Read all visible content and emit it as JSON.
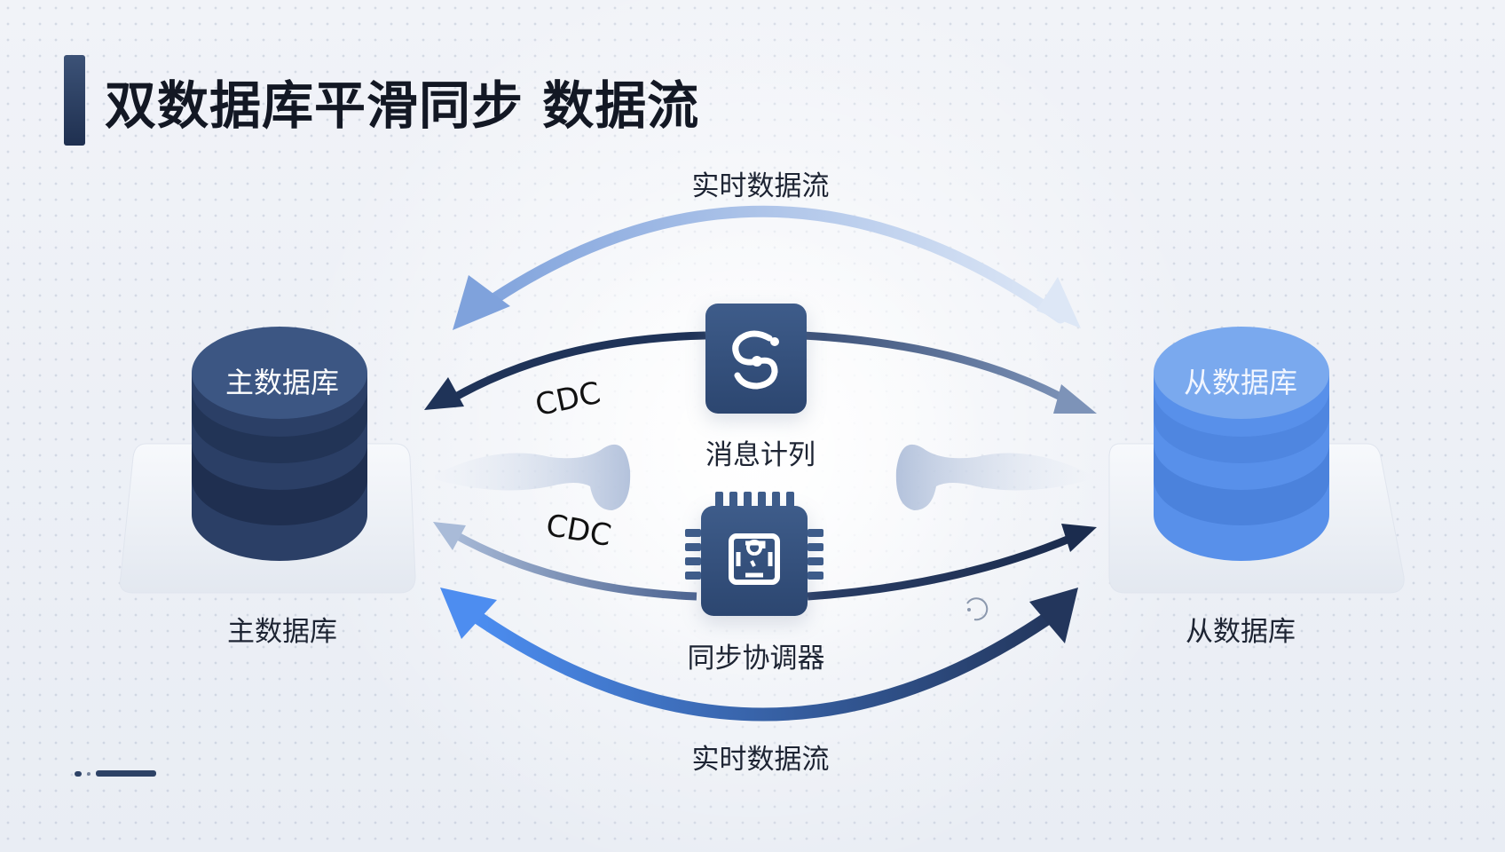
{
  "title": "双数据库平滑同步 数据流",
  "primary_db": {
    "cylinder_label": "主数据库",
    "caption": "主数据库"
  },
  "replica_db": {
    "cylinder_label": "从数据库",
    "caption": "从数据库"
  },
  "message_queue": {
    "label": "消息计列",
    "icon": "sync-swirl-icon"
  },
  "sync_coordinator": {
    "label": "同步协调器",
    "icon": "chip-icon"
  },
  "flows": {
    "top_label": "实时数据流",
    "bottom_label": "实时数据流",
    "cdc_upper": "CDC",
    "cdc_lower": "CDC"
  },
  "colors": {
    "navy": "#1f3358",
    "primary_db": "#2a3f66",
    "replica_db": "#4a86e0",
    "light_arrow": "#8fb0e6",
    "bright_arrow": "#4d8df0"
  }
}
